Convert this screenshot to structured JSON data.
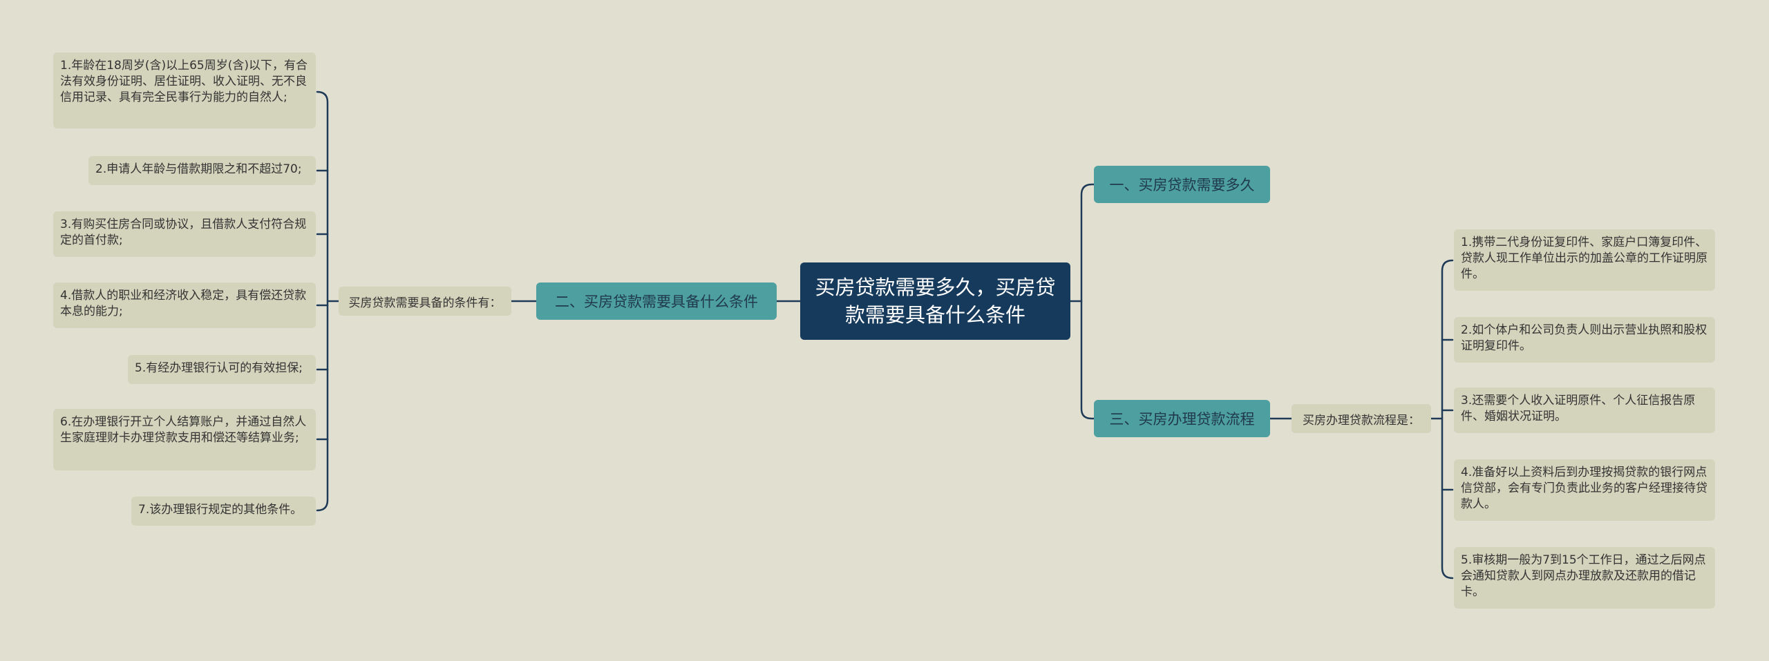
{
  "root": {
    "title": "买房贷款需要多久，买房贷款需要具备什么条件"
  },
  "branches": {
    "b1": "一、买房贷款需要多久",
    "b2": "二、买房贷款需要具备什么条件",
    "b3": "三、买房办理贷款流程"
  },
  "subs": {
    "left": "买房贷款需要具备的条件有：",
    "right": "买房办理贷款流程是："
  },
  "conditions": [
    "1.年龄在18周岁(含)以上65周岁(含)以下，有合法有效身份证明、居住证明、收入证明、无不良信用记录、具有完全民事行为能力的自然人;",
    "2.申请人年龄与借款期限之和不超过70;",
    "3.有购买住房合同或协议，且借款人支付符合规定的首付款;",
    "4.借款人的职业和经济收入稳定，具有偿还贷款本息的能力;",
    "5.有经办理银行认可的有效担保;",
    "6.在办理银行开立个人结算账户，并通过自然人生家庭理财卡办理贷款支用和偿还等结算业务;",
    "7.该办理银行规定的其他条件。"
  ],
  "process": [
    "1.携带二代身份证复印件、家庭户口簿复印件、贷款人现工作单位出示的加盖公章的工作证明原件。",
    "2.如个体户和公司负责人则出示营业执照和股权证明复印件。",
    "3.还需要个人收入证明原件、个人征信报告原件、婚姻状况证明。",
    "4.准备好以上资料后到办理按揭贷款的银行网点信贷部，会有专门负责此业务的客户经理接待贷款人。",
    "5.审核期一般为7到15个工作日，通过之后网点会通知贷款人到网点办理放款及还款用的借记卡。"
  ],
  "colors": {
    "background": "#e0dfd0",
    "root": "#163a5c",
    "branch": "#4d9fa0",
    "leaf": "#d4d3bc",
    "line": "#1e3a56"
  }
}
